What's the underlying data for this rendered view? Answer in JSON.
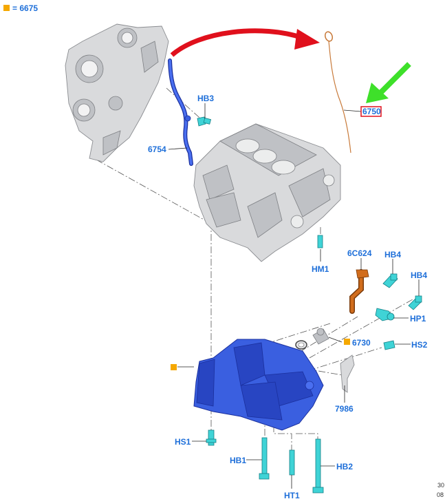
{
  "legend": {
    "marker_color": "#f5a800",
    "text": "= 6675"
  },
  "labels": {
    "hb3": "HB3",
    "l6754": "6754",
    "l6750": "6750",
    "hm1": "HM1",
    "l6c624": "6C624",
    "hb4a": "HB4",
    "hb4b": "HB4",
    "hp1": "HP1",
    "l6730": "6730",
    "hs2": "HS2",
    "l7986": "7986",
    "hs1": "HS1",
    "hb1": "HB1",
    "ht1": "HT1",
    "hb2": "HB2"
  },
  "corner": {
    "line1": "30",
    "line2": "08"
  },
  "colors": {
    "label": "#1e6fd9",
    "highlight_box": "#e0101c",
    "arrow_red": "#e0101c",
    "arrow_green": "#3ee02a",
    "marker": "#f5a800"
  }
}
